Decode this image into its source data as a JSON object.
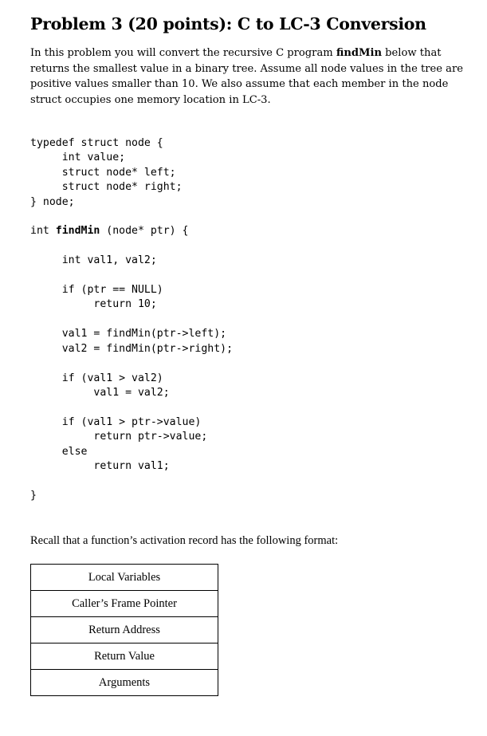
{
  "problem": {
    "title": "Problem 3 (20 points): C to LC-3 Conversion",
    "intro_before": "In this problem you will convert the recursive C program ",
    "intro_function": "findMin",
    "intro_after": " below that returns the smallest value in a binary tree. Assume all node values in the tree are positive values smaller than 10. We also assume that each member in the node struct occupies one memory location in LC-3."
  },
  "code": {
    "lines": [
      "typedef struct node {",
      "     int value;",
      "     struct node* left;",
      "     struct node* right;",
      "} node;",
      "",
      "int findMin (node* ptr) {",
      "",
      "     int val1, val2;",
      "",
      "     if (ptr == NULL)",
      "          return 10;",
      "",
      "     val1 = findMin(ptr->left);",
      "     val2 = findMin(ptr->right);",
      "",
      "     if (val1 > val2)",
      "          val1 = val2;",
      "",
      "     if (val1 > ptr->value)",
      "          return ptr->value;",
      "     else",
      "          return val1;",
      "",
      "}"
    ],
    "bold_name": "findMin"
  },
  "recall": "Recall that a function’s activation record has the following format:",
  "activation_record": [
    "Local Variables",
    "Caller’s Frame Pointer",
    "Return Address",
    "Return Value",
    "Arguments"
  ]
}
